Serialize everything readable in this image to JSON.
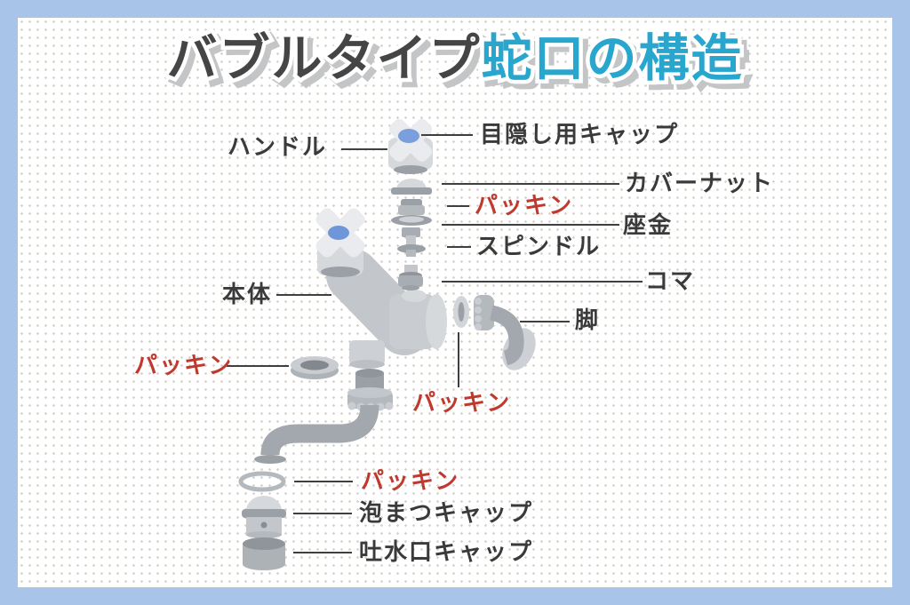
{
  "title": {
    "black_part": "バブルタイプ",
    "blue_part": "蛇口の構造"
  },
  "colors": {
    "frame_blue": "#a9c4e9",
    "title_dark": "#454545",
    "title_blue": "#29a6cd",
    "label_text": "#3a3a3a",
    "packing_red": "#c0392e",
    "faucet_gray_light": "#e9ebee",
    "faucet_gray_base": "#c3c7cb",
    "faucet_gray_dark": "#9aa0a6",
    "handle_cap_blue": "#7b9fdd"
  },
  "labels": {
    "handle": "ハンドル",
    "concealing_cap": "目隠し用キャップ",
    "cover_nut": "カバーナット",
    "packing_top": "パッキン",
    "washer": "座金",
    "spindle": "スピンドル",
    "koma": "コマ",
    "body": "本体",
    "leg": "脚",
    "packing_middle": "パッキン",
    "packing_left": "パッキン",
    "packing_bottom": "パッキン",
    "aerator_cap": "泡まつキャップ",
    "spout_cap": "吐水口キャップ"
  }
}
